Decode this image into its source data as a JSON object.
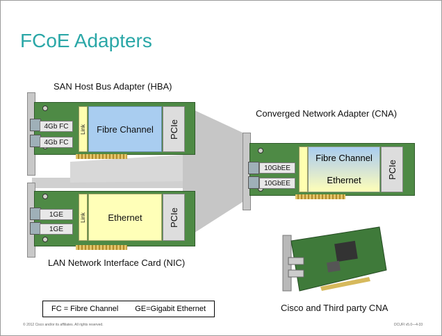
{
  "slide": {
    "title": "FCoE Adapters",
    "hba_caption": "SAN Host Bus Adapter (HBA)",
    "nic_caption": "LAN Network Interface Card (NIC)",
    "cna_caption": "Converged Network Adapter (CNA)",
    "photo_caption": "Cisco and Third party CNA",
    "footer_left": "© 2012 Cisco and/or its affiliates. All rights reserved.",
    "footer_right": "DCUFI v5.0—4-33"
  },
  "hba": {
    "ports": [
      "4Gb FC",
      "4Gb FC"
    ],
    "link": "Link",
    "chip": "Fibre Channel",
    "bus": "PCIe"
  },
  "nic": {
    "ports": [
      "1GE",
      "1GE"
    ],
    "link": "Link",
    "chip": "Ethernet",
    "bus": "PCIe"
  },
  "cna": {
    "ports": [
      "10GbEE",
      "10GbEE"
    ],
    "chip_top": "Fibre Channel",
    "chip_bottom": "Ethernet",
    "bus": "PCIe"
  },
  "legend": {
    "fc": "FC = Fibre Channel",
    "ge": "GE=Gigabit Ethernet"
  },
  "colors": {
    "title": "#2aa7a7",
    "fc_chip": "#a9cdf0",
    "eth_chip": "#ffffb8",
    "board": "#4e8a45"
  }
}
